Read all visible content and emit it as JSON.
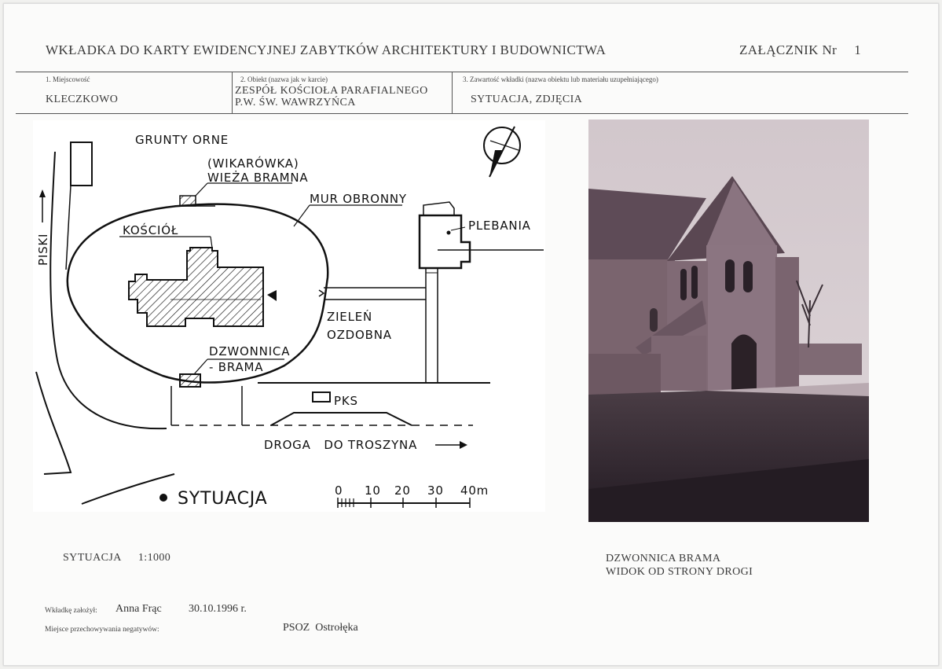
{
  "header": {
    "title": "WKŁADKA DO KARTY EWIDENCYJNEJ ZABYTKÓW ARCHITEKTURY I BUDOWNICTWA",
    "annex_label": "ZAŁĄCZNIK Nr",
    "annex_number": "1"
  },
  "fields": {
    "locality_label": "1. Miejscowość",
    "locality_value": "KLECZKOWO",
    "object_label": "2. Obiekt (nazwa jak w karcie)",
    "object_value_line1": "ZESPÓŁ KOŚCIOŁA PARAFIALNEGO",
    "object_value_line2": "P.W. ŚW. WAWRZYŃCA",
    "content_label": "3. Zawartość wkładki (nazwa obiektu lub materiału uzupełniającego)",
    "content_value": "SYTUACJA, ZDJĘCIA"
  },
  "sketch": {
    "grunty_orne": "GRUNTY ORNE",
    "wikarowka": "(WIKARÓWKA)",
    "wieza_bramna": "WIEŻA BRAMNA",
    "mur_obronny": "MUR OBRONNY",
    "plebania": "PLEBANIA",
    "kosciol": "KOŚCIÓŁ",
    "piski": "PISKI",
    "zielen": "ZIELEŃ",
    "ozdobna": "OZDOBNA",
    "dzwonnica": "DZWONNICA",
    "brama": "- BRAMA",
    "pks": "PKS",
    "droga": "DROGA   DO TROSZYNA",
    "sytuacja": "SYTUACJA",
    "scale": {
      "ticks": [
        "0",
        "10",
        "20",
        "30",
        "40m"
      ]
    }
  },
  "captions": {
    "plan_label": "SYTUACJA",
    "plan_scale": "1:1000",
    "photo_line1": "DZWONNICA BRAMA",
    "photo_line2": "WIDOK OD STRONY DROGI"
  },
  "footer": {
    "author_label": "Wkładkę założył:",
    "author_name": "Anna Frąc",
    "author_date": "30.10.1996 r.",
    "storage_label": "Miejsce przechowywania negatywów:",
    "storage_value": "PSOZ  Ostrołęka"
  }
}
